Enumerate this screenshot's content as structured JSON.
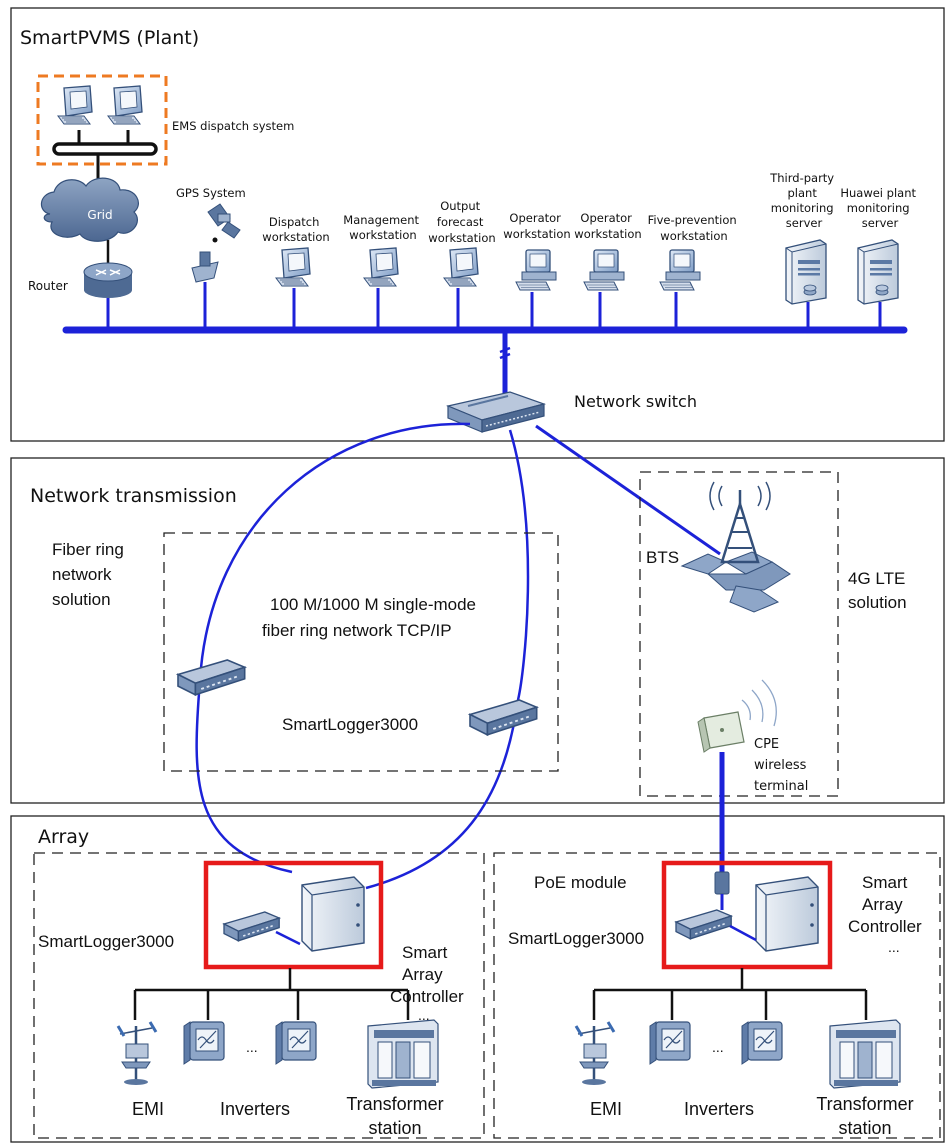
{
  "sections": {
    "plant_title": "SmartPVMS (Plant)",
    "network_title": "Network transmission",
    "array_title": "Array"
  },
  "plant": {
    "ems_label": "EMS dispatch system",
    "grid_label": "Grid",
    "router_label": "Router",
    "gps_label": "GPS System",
    "workstations": [
      {
        "lines": [
          "Dispatch",
          "workstation"
        ]
      },
      {
        "lines": [
          "Management",
          "workstation"
        ]
      },
      {
        "lines": [
          "Output",
          "forecast",
          "workstation"
        ]
      },
      {
        "lines": [
          "Operator",
          "workstation"
        ]
      },
      {
        "lines": [
          "Operator",
          "workstation"
        ]
      },
      {
        "lines": [
          "Five-prevention",
          "workstation"
        ]
      }
    ],
    "servers": [
      {
        "lines": [
          "Third-party",
          "plant",
          "monitoring",
          "server"
        ]
      },
      {
        "lines": [
          "Huawei plant",
          "monitoring",
          "server"
        ]
      }
    ],
    "switch_label": "Network switch"
  },
  "network": {
    "fiber_solution": [
      "Fiber ring",
      "network",
      "solution"
    ],
    "fiber_desc": [
      "100 M/1000 M single-mode",
      "fiber ring network TCP/IP"
    ],
    "logger_label": "SmartLogger3000",
    "bts_label": "BTS",
    "lte_solution": [
      "4G LTE",
      "solution"
    ],
    "cpe_label": [
      "CPE",
      "wireless",
      "terminal"
    ]
  },
  "array": {
    "left": {
      "logger_label": "SmartLogger3000",
      "controller_label": [
        "Smart",
        "Array",
        "Controller",
        "..."
      ],
      "emi_label": "EMI",
      "inverters_label": "Inverters",
      "ellipsis": "...",
      "transformer_label": [
        "Transformer",
        "station"
      ]
    },
    "right": {
      "poe_label": "PoE module",
      "logger_label": "SmartLogger3000",
      "controller_label": [
        "Smart",
        "Array",
        "Controller",
        "..."
      ],
      "emi_label": "EMI",
      "inverters_label": "Inverters",
      "ellipsis": "...",
      "transformer_label": [
        "Transformer",
        "station"
      ]
    }
  },
  "colors": {
    "bus": "#1c22d8",
    "ems_box": "#ee7a22",
    "highlight": "#e61a1a",
    "device": "#5577a6"
  }
}
